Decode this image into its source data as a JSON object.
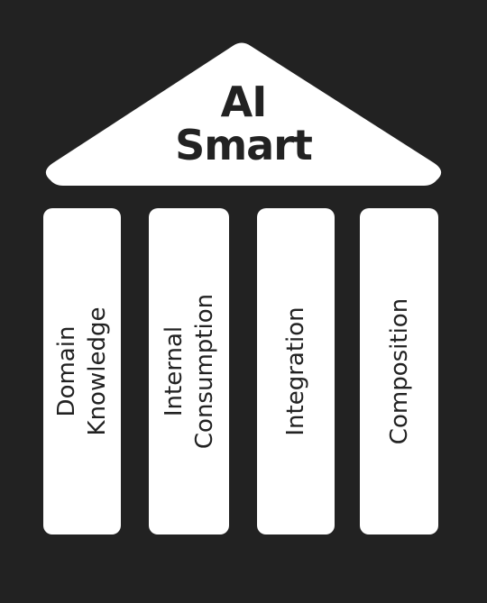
{
  "roof": {
    "line1": "AI",
    "line2": "Smart"
  },
  "pillars": [
    {
      "lines": [
        "Domain",
        "Knowledge"
      ]
    },
    {
      "lines": [
        "Internal",
        "Consumption"
      ]
    },
    {
      "lines": [
        "Integration"
      ]
    },
    {
      "lines": [
        "Composition"
      ]
    }
  ],
  "colors": {
    "background": "#222222",
    "shape_fill": "#ffffff",
    "text": "#222222"
  }
}
